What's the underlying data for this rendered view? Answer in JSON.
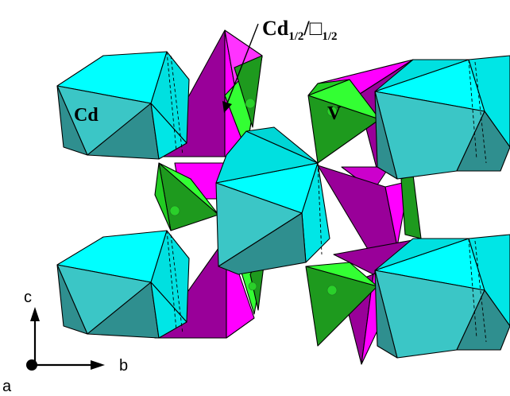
{
  "labels": {
    "cd_main": "Cd",
    "cd_mixed_base": "Cd",
    "cd_mixed_sub1": "1/2",
    "cd_mixed_slash": "/□",
    "cd_mixed_sub2": "1/2",
    "v": "V"
  },
  "axes": {
    "c": "c",
    "b": "b",
    "a": "a"
  },
  "colors": {
    "cd_light": "#00ffff",
    "cd_mid": "#3bc6c6",
    "cd_dark": "#2f8f8f",
    "v_light": "#33ff33",
    "v_dark": "#1e9a1e",
    "mixed_magenta": "#ff00ff",
    "mixed_purple": "#990099"
  }
}
